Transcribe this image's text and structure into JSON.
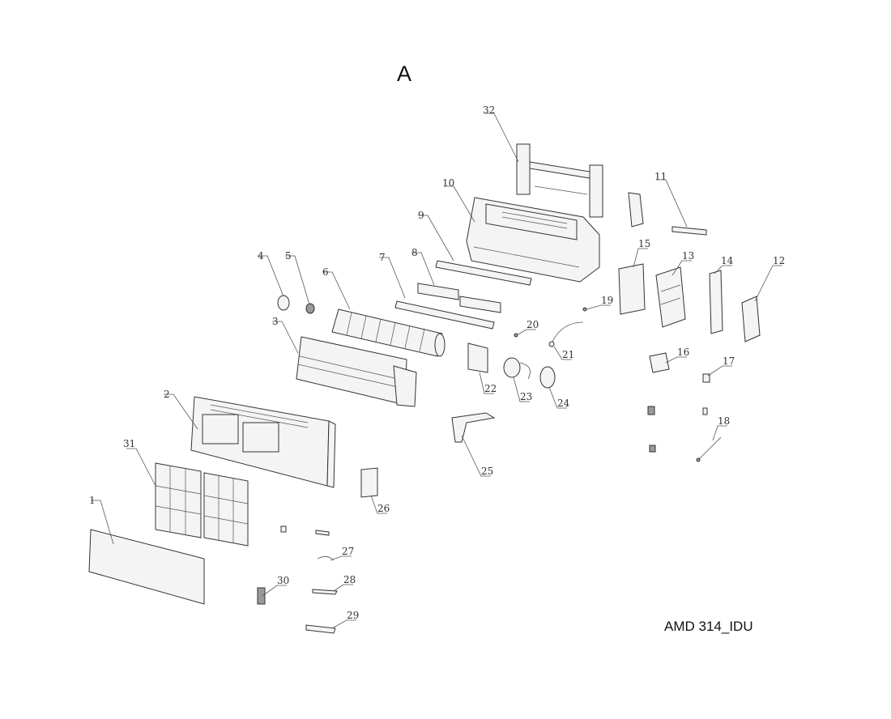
{
  "page": {
    "title": "A",
    "model_code": "AMD 314_IDU"
  },
  "callouts": [
    "1",
    "2",
    "3",
    "4",
    "5",
    "6",
    "7",
    "8",
    "9",
    "10",
    "11",
    "12",
    "13",
    "14",
    "15",
    "16",
    "17",
    "18",
    "19",
    "20",
    "21",
    "22",
    "23",
    "24",
    "25",
    "26",
    "27",
    "28",
    "29",
    "30",
    "31",
    "32"
  ]
}
